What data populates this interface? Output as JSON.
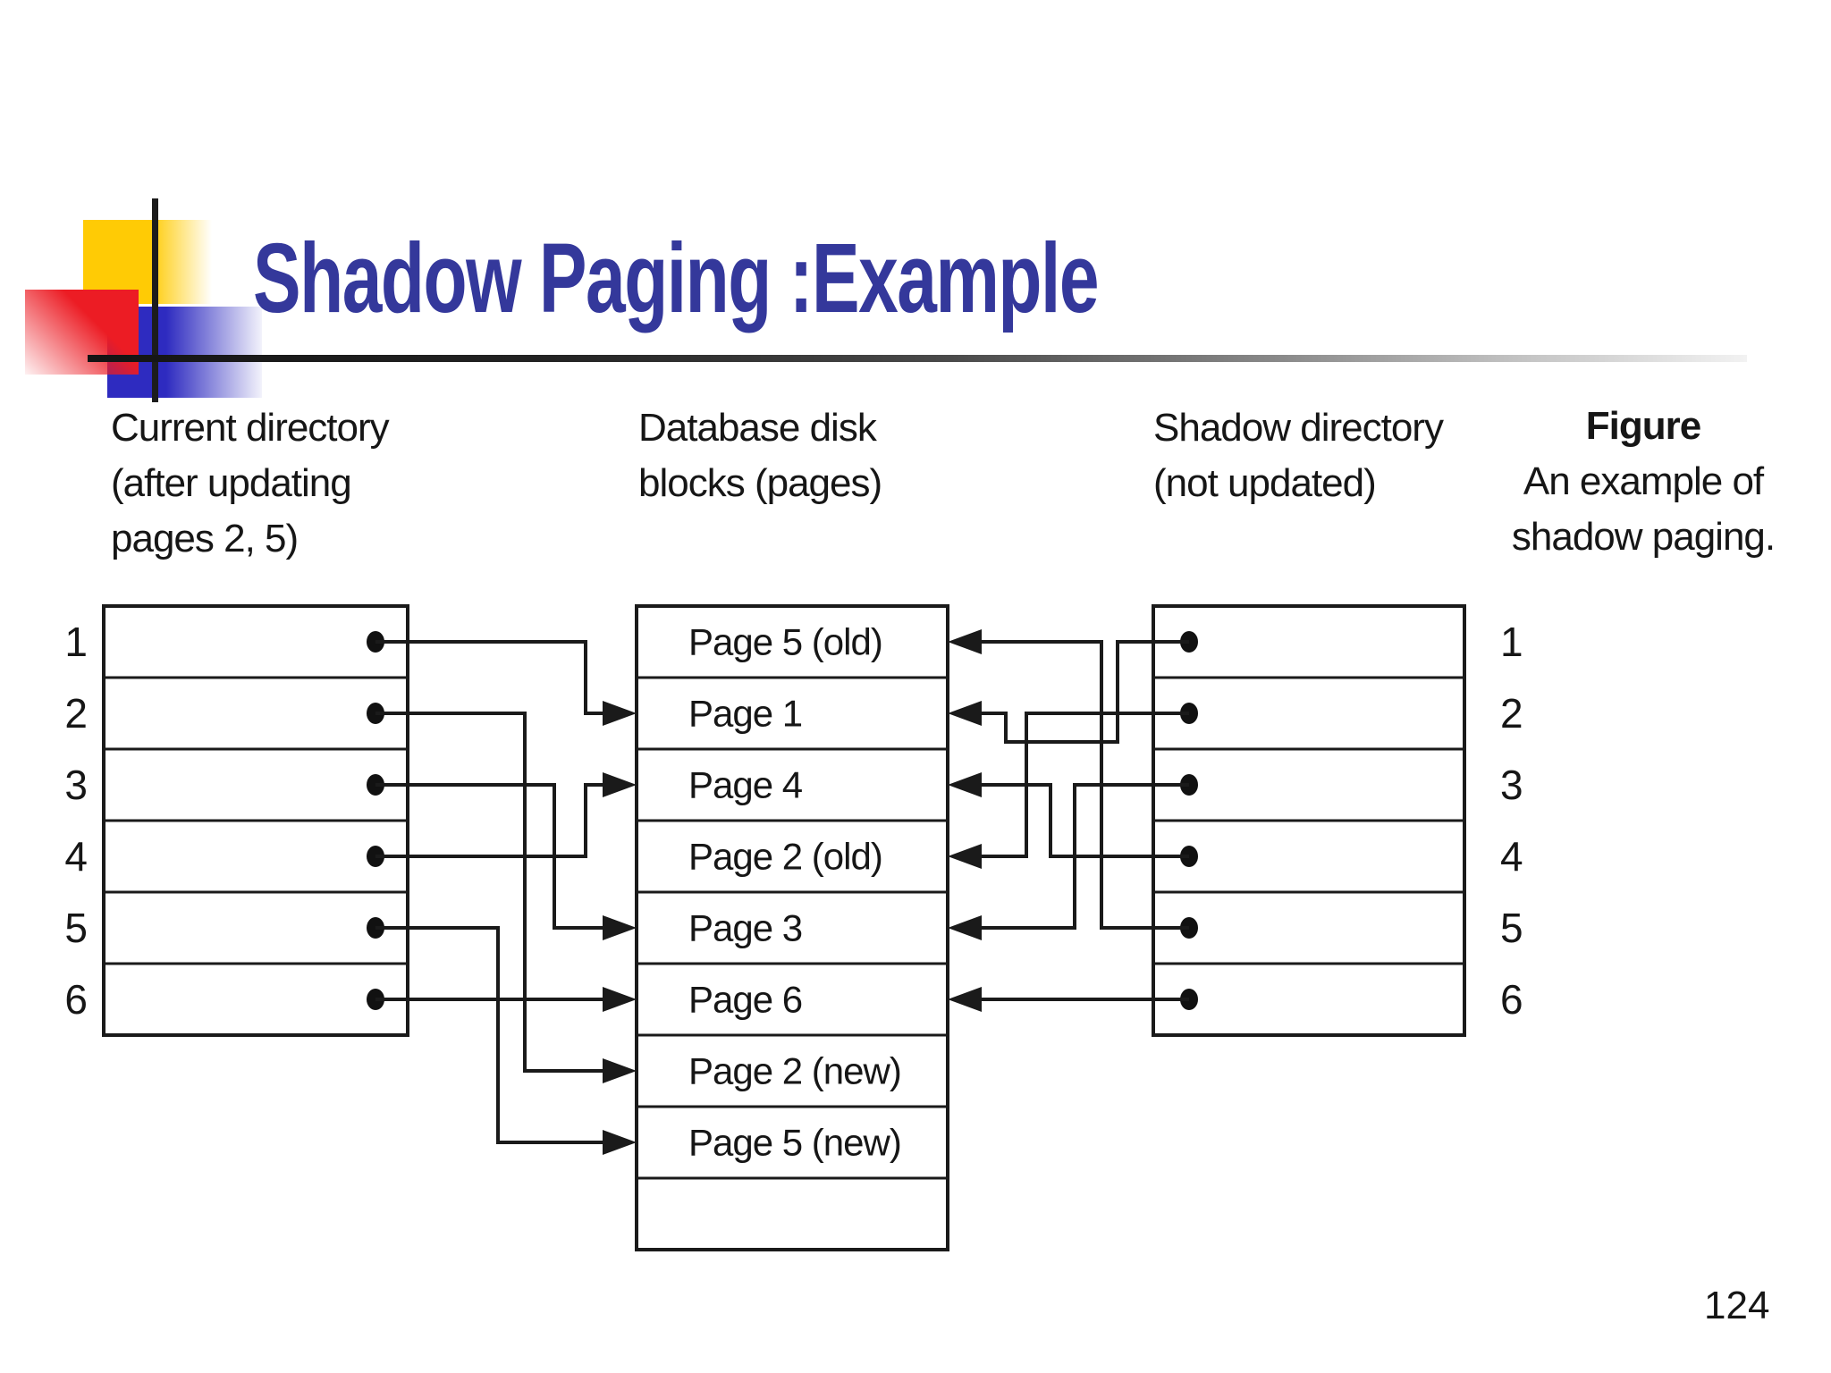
{
  "slide": {
    "title": "Shadow Paging :Example",
    "page_number": "124"
  },
  "headers": {
    "current": [
      "Current directory",
      "(after updating",
      "pages 2, 5)"
    ],
    "disk": [
      "Database disk",
      "blocks (pages)"
    ],
    "shadow": [
      "Shadow directory",
      "(not updated)"
    ],
    "figure": {
      "title": "Figure",
      "caption": [
        "An example of",
        "shadow paging."
      ]
    }
  },
  "diagram": {
    "current_directory": {
      "row_numbers": [
        "1",
        "2",
        "3",
        "4",
        "5",
        "6"
      ]
    },
    "disk_blocks": {
      "rows": [
        "Page 5 (old)",
        "Page 1",
        "Page 4",
        "Page 2 (old)",
        "Page 3",
        "Page 6",
        "Page 2 (new)",
        "Page 5 (new)",
        ""
      ]
    },
    "shadow_directory": {
      "row_numbers": [
        "1",
        "2",
        "3",
        "4",
        "5",
        "6"
      ]
    }
  },
  "colors": {
    "title_text": "#34389b",
    "diagram_line": "#1a1a1a",
    "logo_yellow": "#ffcb05",
    "logo_red": "#ec1c24",
    "logo_blue": "#2e2bc0"
  }
}
